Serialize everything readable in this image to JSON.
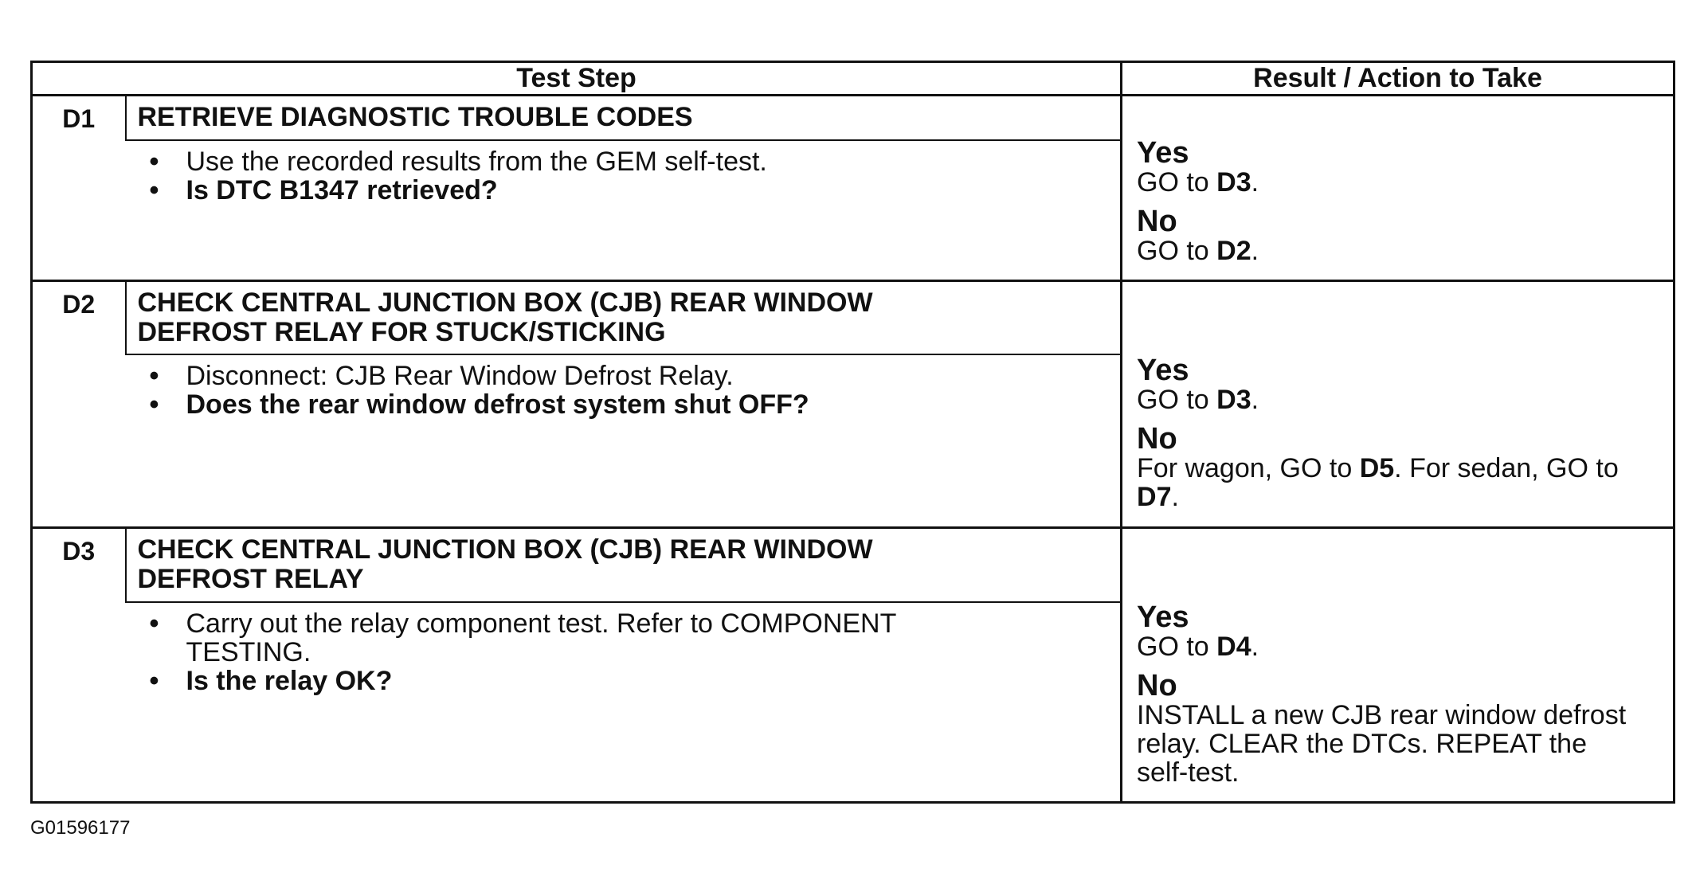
{
  "header": {
    "test_step": "Test Step",
    "result_action": "Result / Action to Take"
  },
  "steps": [
    {
      "id": "D1",
      "title": "RETRIEVE DIAGNOSTIC TROUBLE CODES",
      "instruction": "Use the recorded results from the GEM self-test.",
      "question": "Is DTC B1347 retrieved?",
      "yes_label": "Yes",
      "yes_action": "GO to",
      "yes_target": "D3",
      "no_label": "No",
      "no_action": "GO to",
      "no_target": "D2"
    },
    {
      "id": "D2",
      "title_line1": "CHECK CENTRAL JUNCTION BOX (CJB) REAR WINDOW",
      "title_line2": "DEFROST RELAY FOR STUCK/STICKING",
      "instruction": "Disconnect: CJB Rear Window Defrost Relay.",
      "question": "Does the rear window defrost system shut OFF?",
      "yes_label": "Yes",
      "yes_action": "GO to",
      "yes_target": "D3",
      "no_label": "No",
      "no_action_1": "For wagon, GO to",
      "no_target_1": "D5",
      "no_action_2": ". For sedan, GO to",
      "no_target_2": "D7"
    },
    {
      "id": "D3",
      "title_line1": "CHECK CENTRAL JUNCTION BOX (CJB) REAR WINDOW",
      "title_line2": "DEFROST RELAY",
      "instruction_line1": "Carry out the relay component test. Refer to COMPONENT",
      "instruction_line2": "TESTING.",
      "question": "Is the relay OK?",
      "yes_label": "Yes",
      "yes_action": "GO to",
      "yes_target": "D4",
      "no_label": "No",
      "no_line1": "INSTALL a new CJB rear window defrost",
      "no_line2": "relay. CLEAR the DTCs. REPEAT the",
      "no_line3": "self-test."
    }
  ],
  "figure_id": "G01596177",
  "icons": {
    "bullet": "bullet-dot"
  }
}
